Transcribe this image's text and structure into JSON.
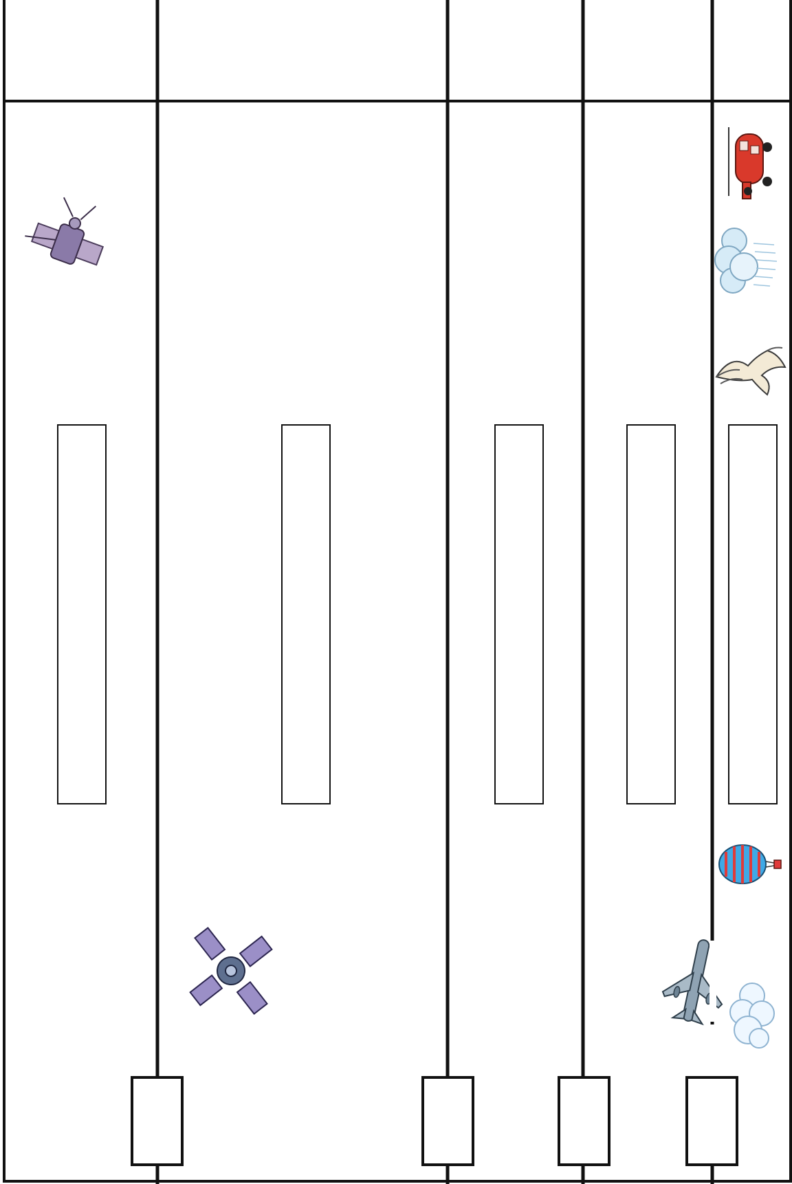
{
  "worksheet": {
    "columns": [
      {
        "header": "",
        "label_box": "",
        "tab": ""
      },
      {
        "header": "",
        "label_box": "",
        "tab": ""
      },
      {
        "header": "",
        "label_box": "",
        "tab": ""
      },
      {
        "header": "",
        "label_box": "",
        "tab": ""
      },
      {
        "header": "",
        "label_box": "",
        "tab": ""
      }
    ],
    "pictures": [
      {
        "name": "satellite-icon",
        "column": 1
      },
      {
        "name": "space-station-icon",
        "column": 2
      },
      {
        "name": "helicopter-icon",
        "column": 5
      },
      {
        "name": "storm-cloud-icon",
        "column": 5
      },
      {
        "name": "bird-icon",
        "column": 5
      },
      {
        "name": "hot-air-balloon-icon",
        "column": 5
      },
      {
        "name": "airplane-icon",
        "column": 5
      },
      {
        "name": "cloud-icon",
        "column": 5
      }
    ],
    "colors": {
      "line": "#111111",
      "balloon_red": "#e03a3a",
      "balloon_blue": "#3fa9e6",
      "helicopter_red": "#d9392b",
      "cloud_blue": "#d6ebf7",
      "satellite_purple": "#8a7aa8",
      "plane_gray": "#8fa3b3"
    }
  }
}
